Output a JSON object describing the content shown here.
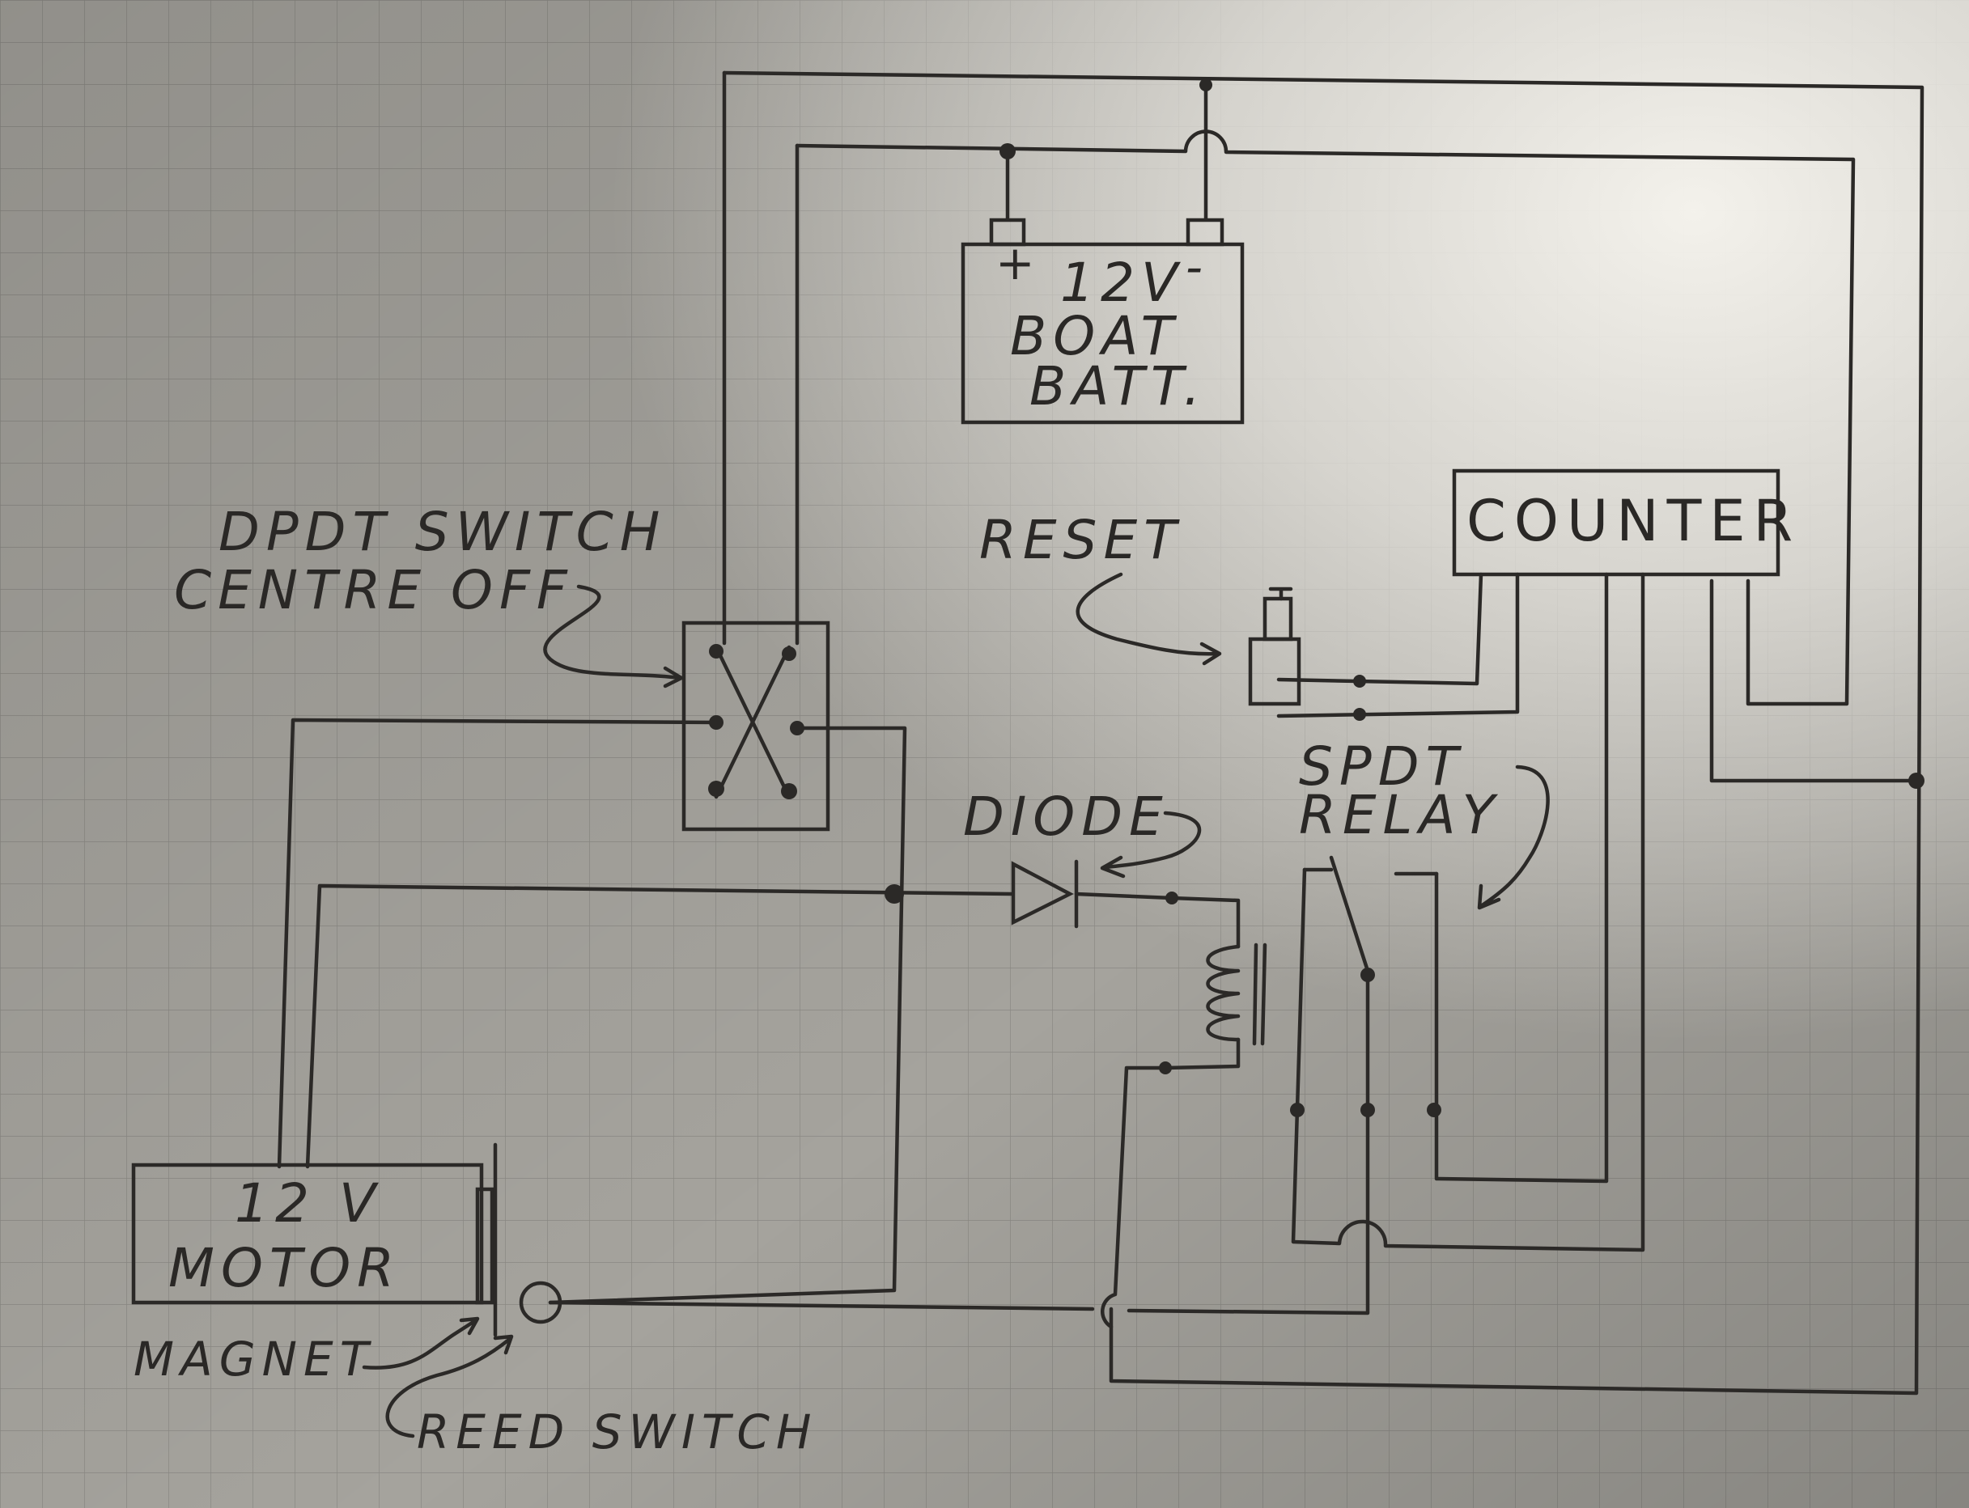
{
  "colors": {
    "paper": "#a5a39d",
    "ink": "#2b2927",
    "grid": "#8a8883",
    "highlight": "#f2f0ea"
  },
  "labels": {
    "battery_voltage": "12V",
    "battery_line2": "BOAT",
    "battery_line3": "BATT.",
    "battery_plus": "+",
    "battery_minus": "-",
    "counter": "COUNTER",
    "reset": "RESET",
    "dpdt_line1": "DPDT SWITCH",
    "dpdt_line2": "CENTRE OFF",
    "diode": "DIODE",
    "relay_line1": "SPDT",
    "relay_line2": "RELAY",
    "motor_line1": "12 V",
    "motor_line2": "MOTOR",
    "magnet": "MAGNET",
    "reed_switch": "REED SWITCH"
  }
}
